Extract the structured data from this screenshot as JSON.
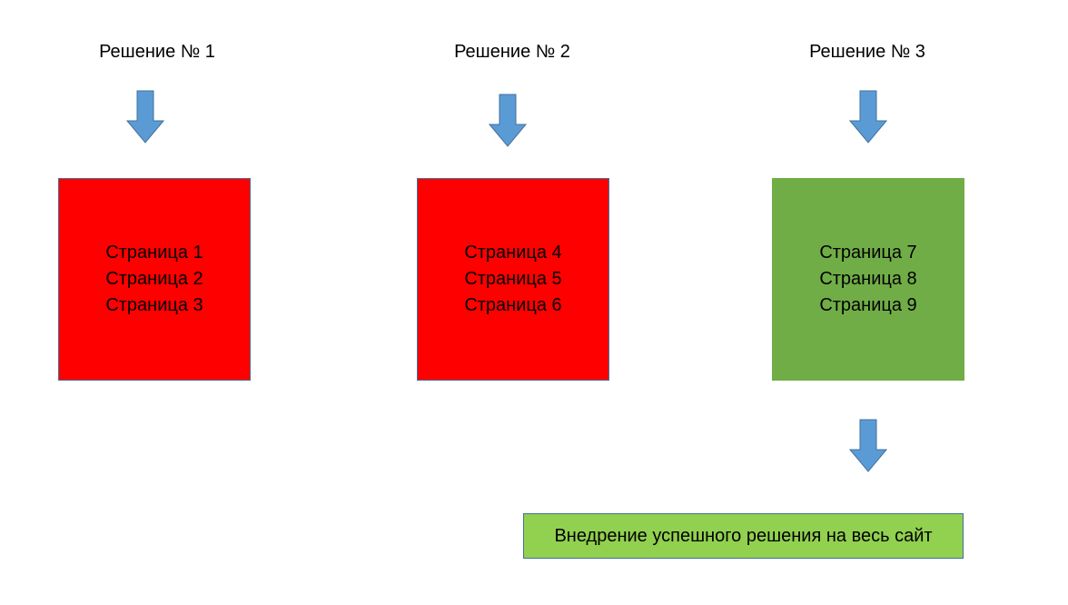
{
  "solutions": [
    {
      "title": "Решение № 1",
      "status": "failed",
      "pages": [
        "Страница 1",
        "Страница 2",
        "Страница 3"
      ]
    },
    {
      "title": "Решение № 2",
      "status": "failed",
      "pages": [
        "Страница 4",
        "Страница 5",
        "Страница 6"
      ]
    },
    {
      "title": "Решение № 3",
      "status": "success",
      "pages": [
        "Страница 7",
        "Страница 8",
        "Страница 9"
      ]
    }
  ],
  "final": {
    "label": "Внедрение успешного решения на весь сайт"
  },
  "colors": {
    "failed": "#ff0000",
    "success": "#70ad47",
    "final": "#92d050",
    "arrow": "#5b9bd5",
    "border": "#41719c"
  }
}
